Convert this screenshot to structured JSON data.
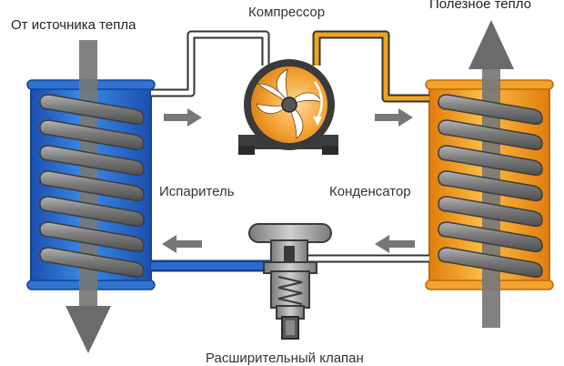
{
  "labels": {
    "source": "От источника тепла",
    "useful_heat": "Полезное тепло",
    "compressor": "Компрессор",
    "evaporator": "Испаритель",
    "condenser": "Конденсатор",
    "expansion_valve": "Расширительный клапан"
  },
  "colors": {
    "evaporator": "#2a72d6",
    "evaporator_dark": "#14439a",
    "condenser": "#f5a422",
    "condenser_dark": "#d27208",
    "coil": "#6c6c6c",
    "arrow": "#777777",
    "hot_line": "#f0a41e",
    "cold_line": "#1e5ec4",
    "pipe_outline": "#333333"
  },
  "icons": {
    "compressor": "compressor-icon",
    "valve": "expansion-valve-icon",
    "arrow": "arrow-icon"
  }
}
